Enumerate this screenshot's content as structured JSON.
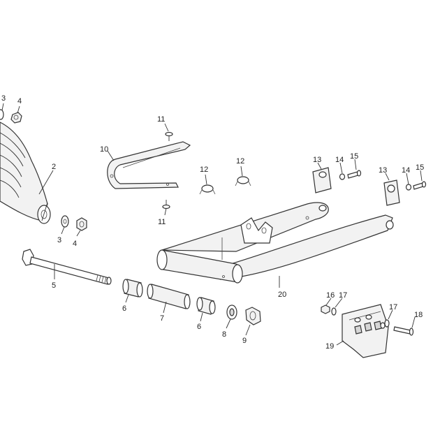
{
  "labels": {
    "l3a": "3",
    "l4a": "4",
    "l2": "2",
    "l3b": "3",
    "l4b": "4",
    "l5": "5",
    "l6a": "6",
    "l7": "7",
    "l6b": "6",
    "l8": "8",
    "l9": "9",
    "l10": "10",
    "l11a": "11",
    "l11b": "11",
    "l12a": "12",
    "l12b": "12",
    "l13a": "13",
    "l14a": "14",
    "l15a": "15",
    "l13b": "13",
    "l14b": "14",
    "l15b": "15",
    "l16": "16",
    "l17a": "17",
    "l17b": "17",
    "l18": "18",
    "l19": "19",
    "l20": "20"
  }
}
